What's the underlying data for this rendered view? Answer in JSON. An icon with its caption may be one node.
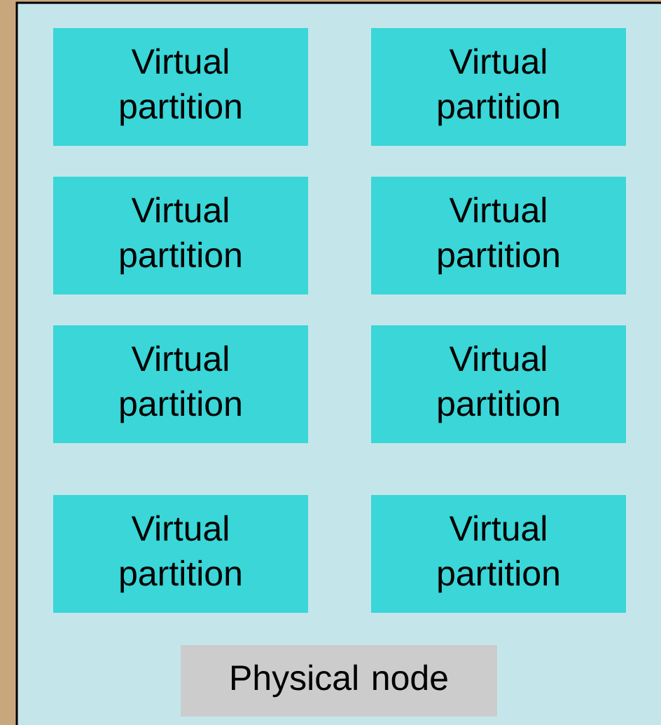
{
  "diagram": {
    "nodes": [
      {
        "text": [],
        "shape": "box"
      },
      {
        "text": [
          "Virtual partition"
        ],
        "in": 0
      },
      {
        "text": [
          "Virtual partition"
        ],
        "in": 0
      },
      {
        "text": [
          "Virtual partition"
        ],
        "in": 0
      },
      {
        "text": [
          "Virtual partition"
        ],
        "in": 0
      },
      {
        "text": [
          "Virtual partition"
        ],
        "in": 0
      },
      {
        "text": [
          "Virtual partition"
        ],
        "in": 0
      },
      {
        "text": [
          "Virtual partition"
        ],
        "in": 0
      },
      {
        "text": [
          "Virtual partition"
        ],
        "in": 0
      },
      {
        "text": [
          "Physical node"
        ],
        "in": 0
      }
    ]
  }
}
